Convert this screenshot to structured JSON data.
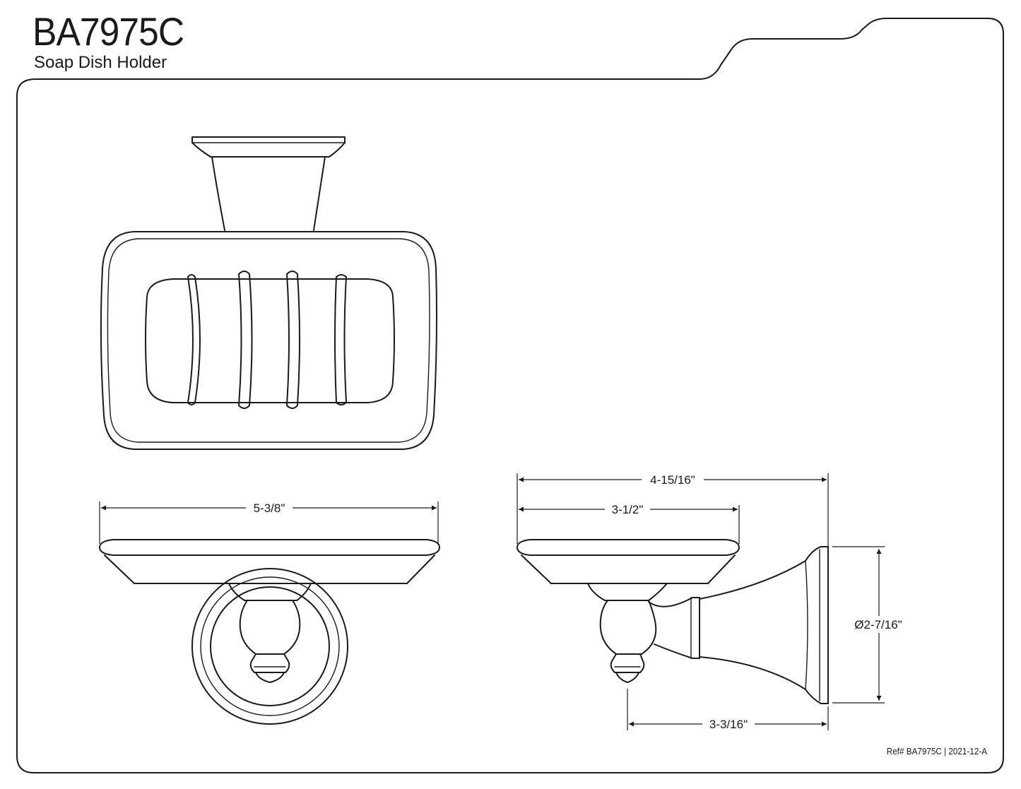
{
  "header": {
    "model": "BA7975C",
    "product_name": "Soap Dish Holder"
  },
  "dimensions": {
    "front_width": "5-3/8\"",
    "side_total_depth": "4-15/16\"",
    "side_dish_depth": "3-1/2\"",
    "flange_diameter": "Ø2-7/16\"",
    "wall_to_stem": "3-3/16\""
  },
  "footer": {
    "reference": "Ref# BA7975C | 2021-12-A"
  }
}
